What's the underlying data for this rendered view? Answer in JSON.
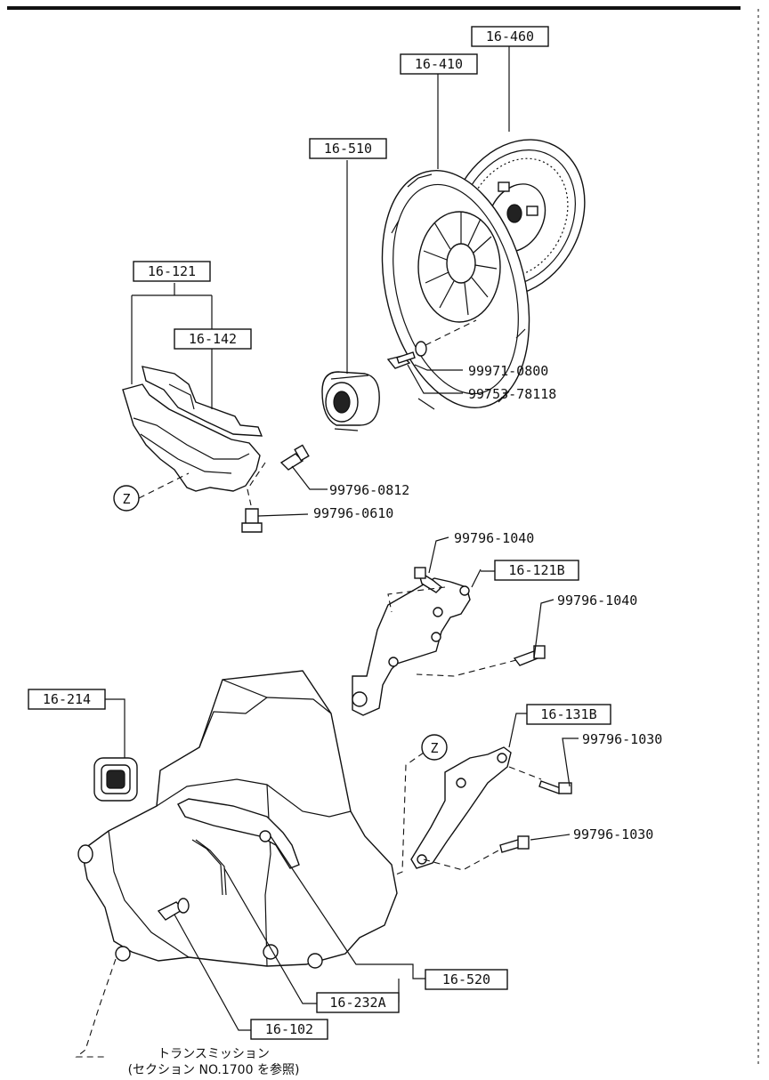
{
  "part_boxes": {
    "p16_460": "16-460",
    "p16_410": "16-410",
    "p16_510": "16-510",
    "p16_121": "16-121",
    "p16_142": "16-142",
    "p16_121B": "16-121B",
    "p16_131B": "16-131B",
    "p16_214": "16-214",
    "p16_520": "16-520",
    "p16_232A": "16-232A",
    "p16_102": "16-102"
  },
  "part_numbers": {
    "n99971_0800": "99971-0800",
    "n99753_8118": "99753-78118",
    "n99796_0812": "99796-0812",
    "n99796_0610": "99796-0610",
    "n99796_1040_a": "99796-1040",
    "n99796_1040_b": "99796-1040",
    "n99796_1030_a": "99796-1030",
    "n99796_1030_b": "99796-1030"
  },
  "reference_marks": {
    "z1": "Z",
    "z2": "Z"
  },
  "caption": {
    "line1": "トランスミッション",
    "line2": "(セクション NO.1700 を参照)"
  }
}
